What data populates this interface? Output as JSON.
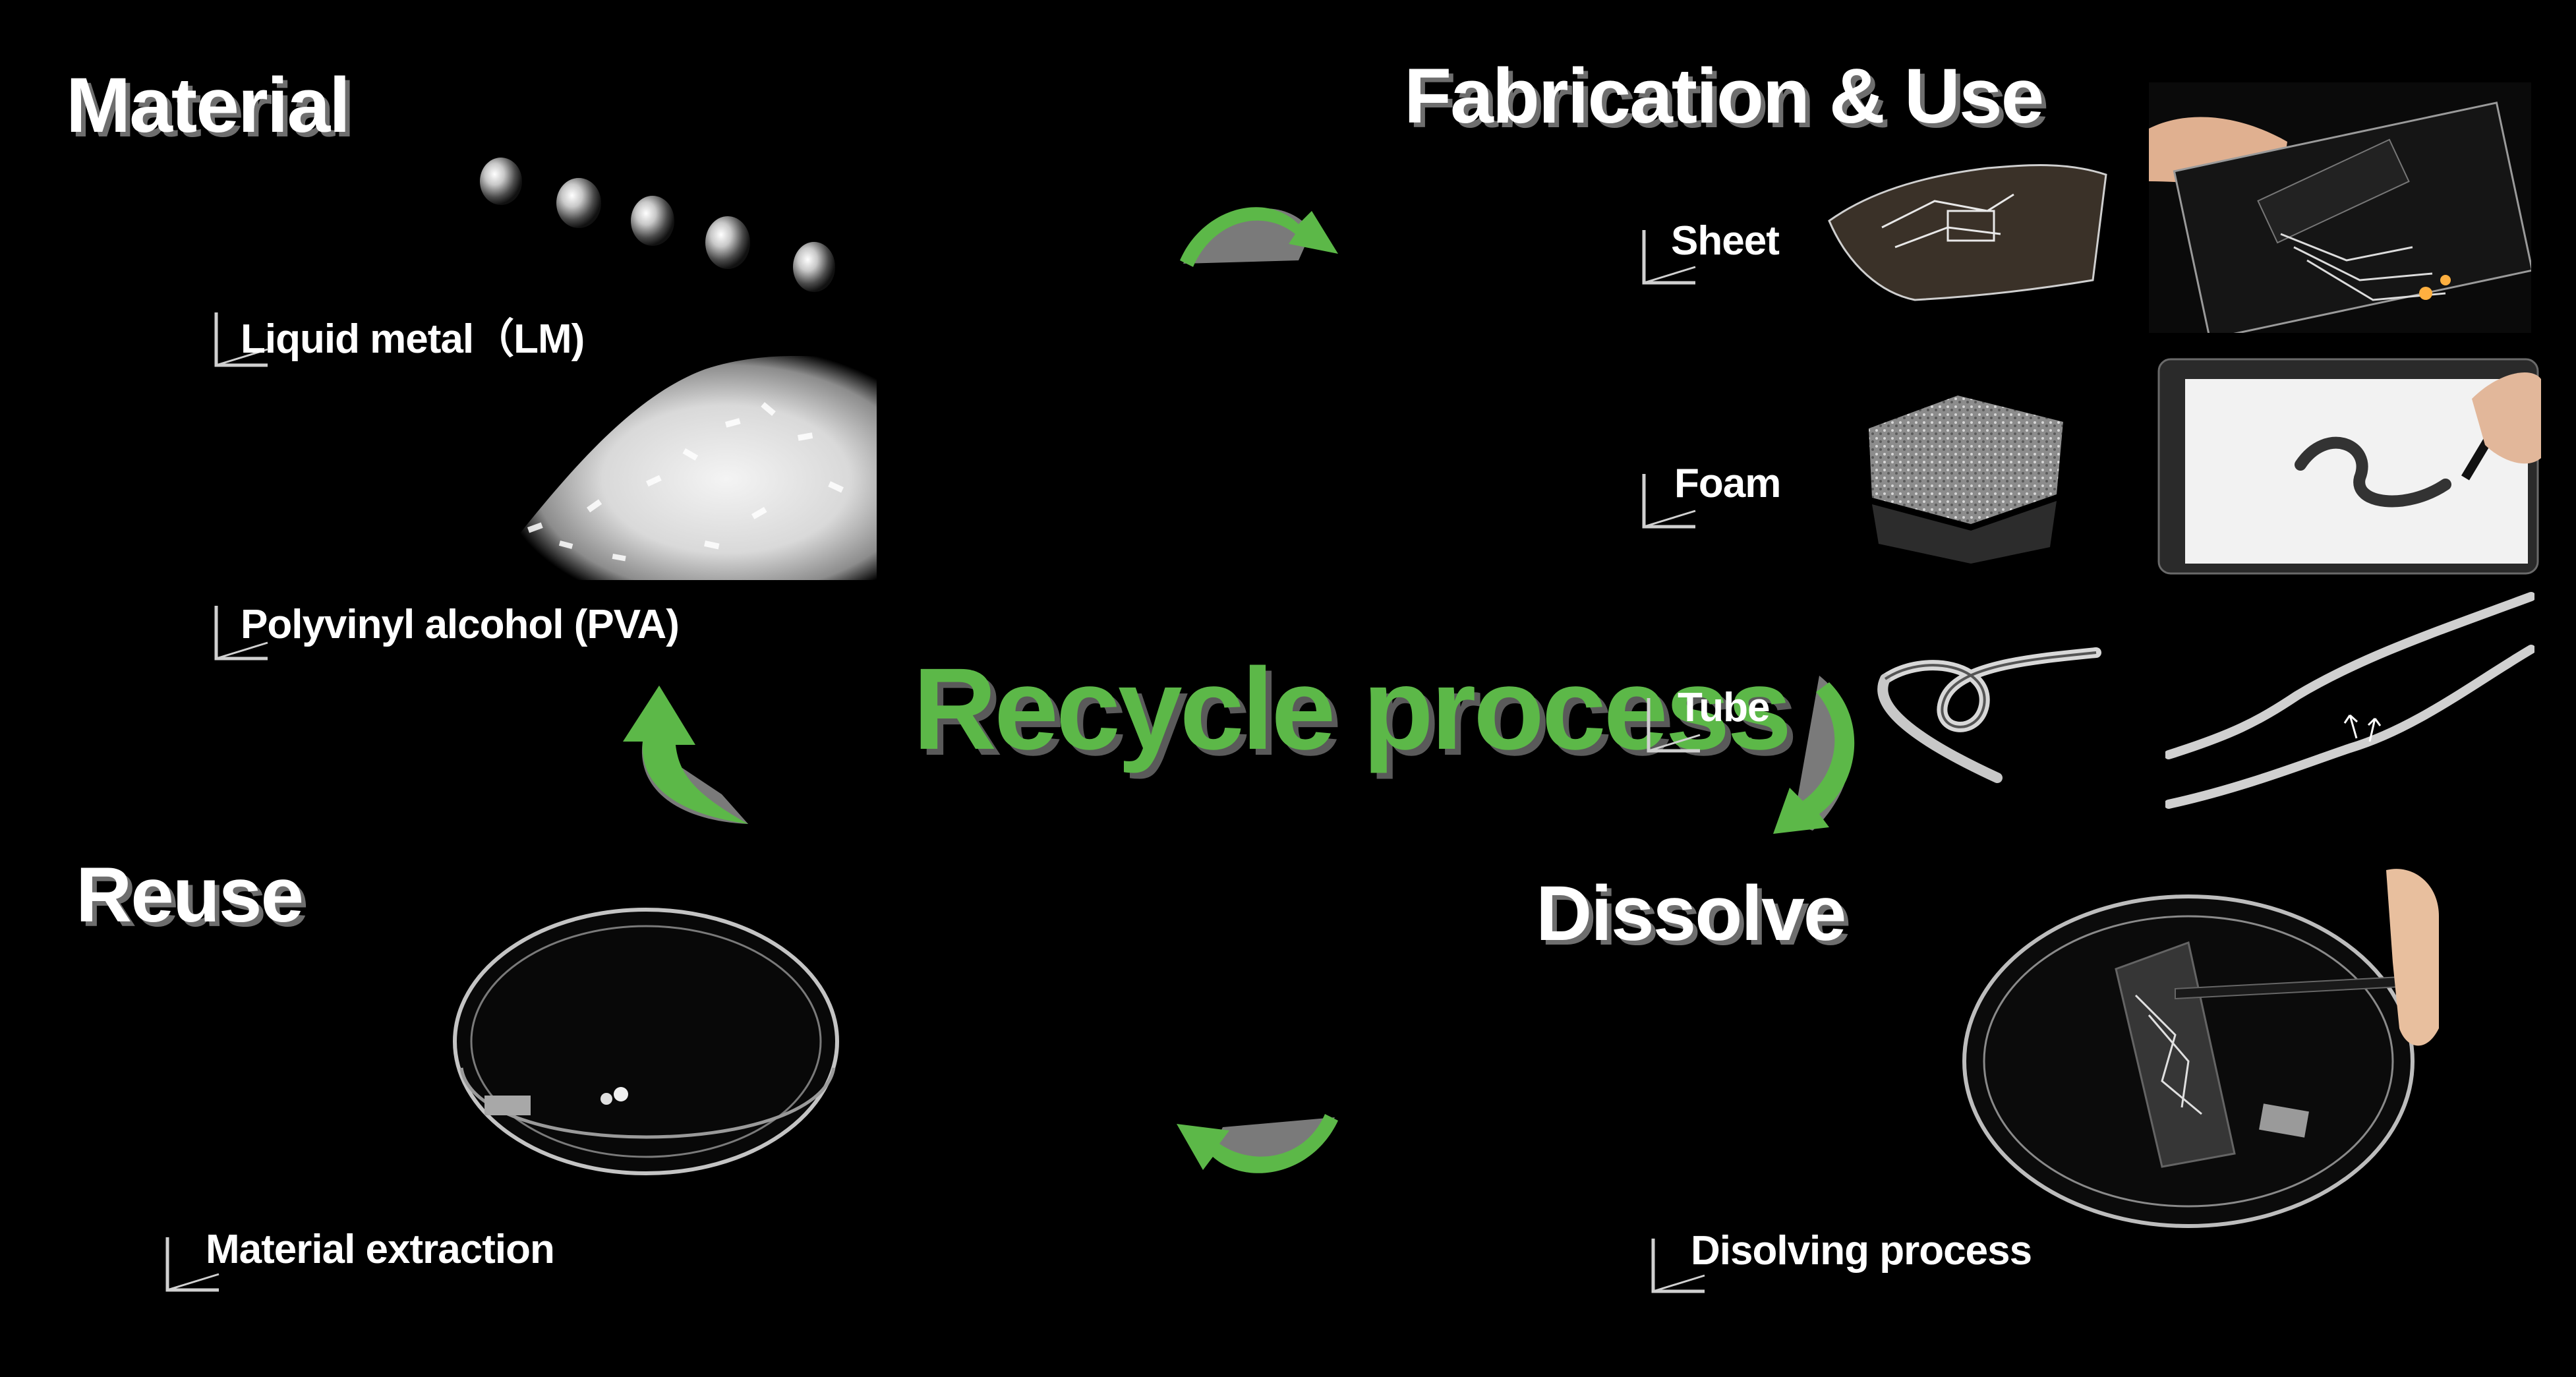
{
  "center_title": "Recycle process",
  "stages": {
    "material": {
      "heading": "Material",
      "items": [
        "Liquid metal（LM)",
        "Polyvinyl alcohol (PVA)"
      ]
    },
    "fabrication": {
      "heading": "Fabrication & Use",
      "items": [
        "Sheet",
        "Foam",
        "Tube"
      ]
    },
    "dissolve": {
      "heading": "Dissolve",
      "items": [
        "Disolving process"
      ]
    },
    "reuse": {
      "heading": "Reuse",
      "items": [
        "Material extraction"
      ]
    }
  },
  "colors": {
    "background": "#000000",
    "accent_green": "#5cb848",
    "heading_text": "#ffffff",
    "heading_shadow": "#6e6e6e",
    "arrow_shadow": "#7a7a7a"
  },
  "icons": [
    "cycle-arrow-icon",
    "corner-bracket-icon"
  ]
}
